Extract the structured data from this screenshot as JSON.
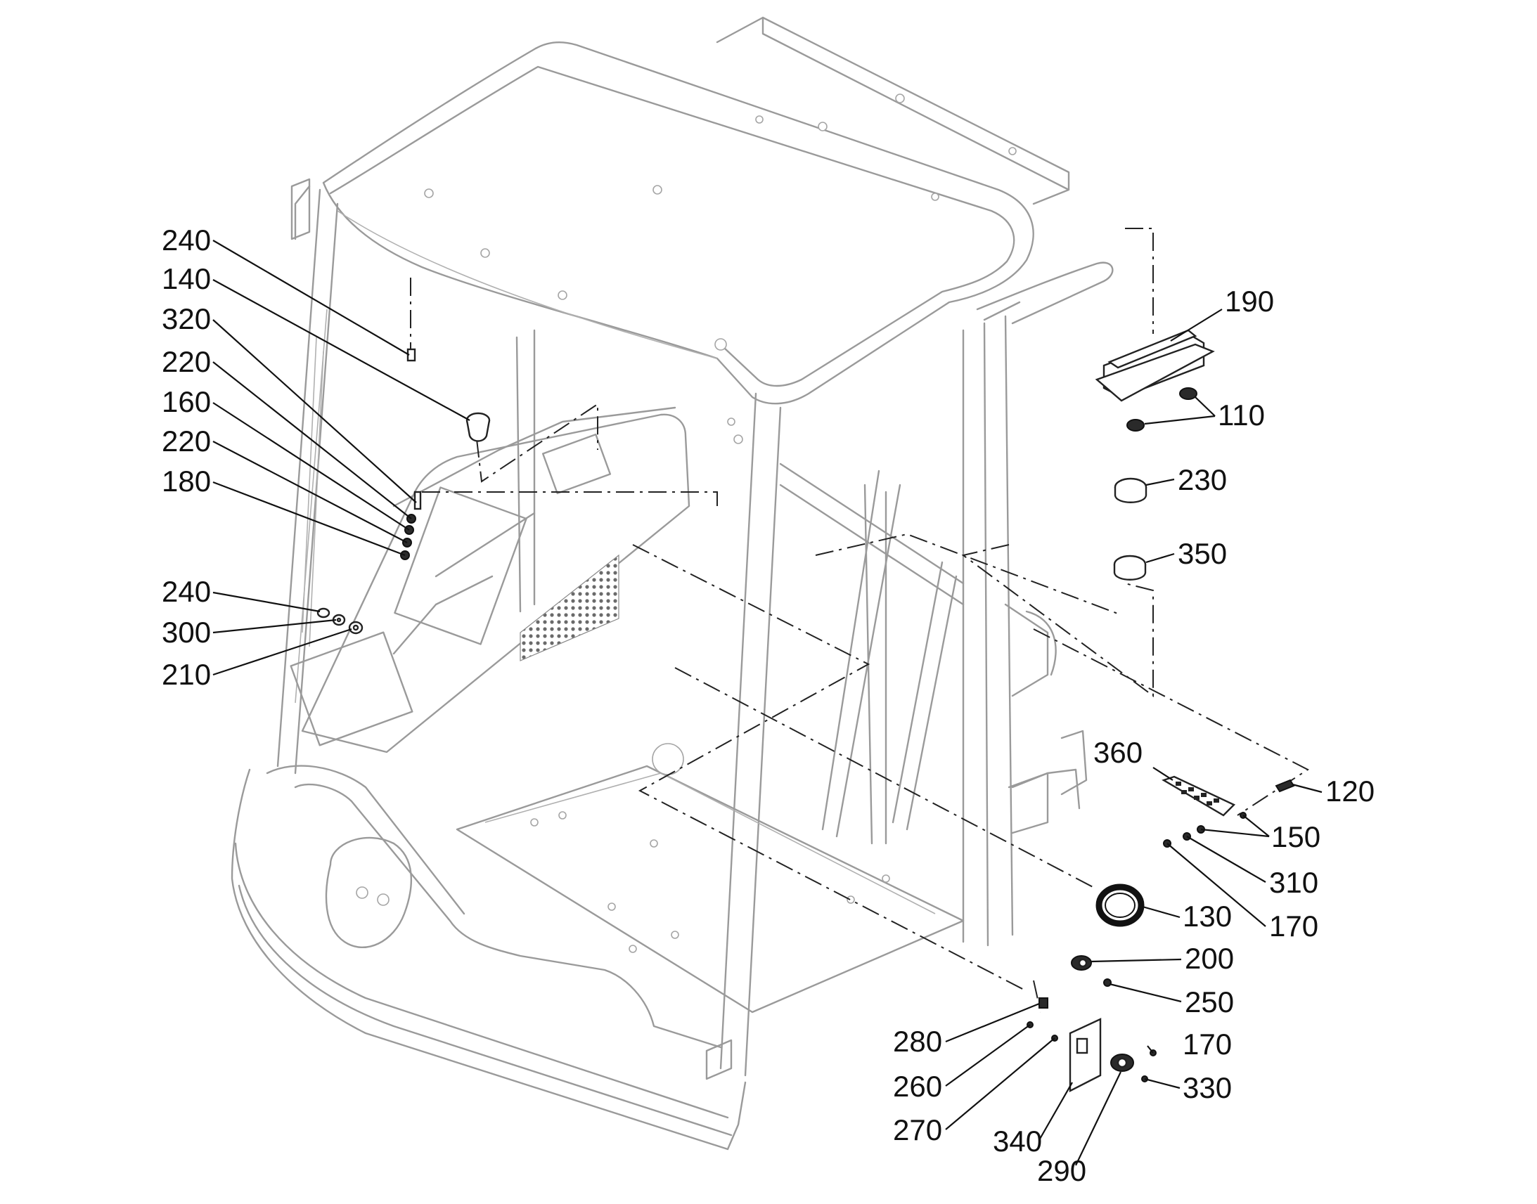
{
  "callouts": [
    {
      "id": "c240a",
      "text": "240"
    },
    {
      "id": "c140",
      "text": "140"
    },
    {
      "id": "c320",
      "text": "320"
    },
    {
      "id": "c220a",
      "text": "220"
    },
    {
      "id": "c160",
      "text": "160"
    },
    {
      "id": "c220b",
      "text": "220"
    },
    {
      "id": "c180",
      "text": "180"
    },
    {
      "id": "c240b",
      "text": "240"
    },
    {
      "id": "c300",
      "text": "300"
    },
    {
      "id": "c210",
      "text": "210"
    },
    {
      "id": "c190",
      "text": "190"
    },
    {
      "id": "c110",
      "text": "110"
    },
    {
      "id": "c230",
      "text": "230"
    },
    {
      "id": "c350",
      "text": "350"
    },
    {
      "id": "c360",
      "text": "360"
    },
    {
      "id": "c120",
      "text": "120"
    },
    {
      "id": "c150",
      "text": "150"
    },
    {
      "id": "c310",
      "text": "310"
    },
    {
      "id": "c170a",
      "text": "170"
    },
    {
      "id": "c130",
      "text": "130"
    },
    {
      "id": "c200",
      "text": "200"
    },
    {
      "id": "c250",
      "text": "250"
    },
    {
      "id": "c280",
      "text": "280"
    },
    {
      "id": "c170b",
      "text": "170"
    },
    {
      "id": "c260",
      "text": "260"
    },
    {
      "id": "c330",
      "text": "330"
    },
    {
      "id": "c270",
      "text": "270"
    },
    {
      "id": "c340",
      "text": "340"
    },
    {
      "id": "c290",
      "text": "290"
    }
  ],
  "colors": {
    "cab_outline": "#9a9a9a",
    "leader_lines": "#111111",
    "background": "#ffffff"
  }
}
